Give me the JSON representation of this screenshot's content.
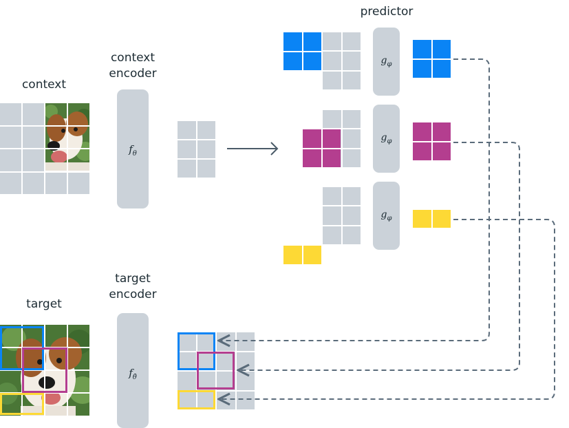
{
  "labels": {
    "context": "context",
    "context_encoder_line1": "context",
    "context_encoder_line2": "encoder",
    "predictor": "predictor",
    "target": "target",
    "target_encoder_line1": "target",
    "target_encoder_line2": "encoder"
  },
  "symbols": {
    "context_encoder": "f",
    "context_encoder_sub": "θ",
    "target_encoder": "f",
    "target_encoder_sub": "θ̄",
    "predictor": "g",
    "predictor_sub": "φ"
  },
  "colors": {
    "patch_gray": "#cbd2d9",
    "blue": "#0a84f5",
    "magenta": "#b43e8f",
    "yellow": "#fdd935",
    "arrow": "#5a6b7a",
    "text": "#1c2b33"
  },
  "icons": {
    "dog_photo": "dog-photo-icon",
    "arrow": "right-arrow-icon"
  }
}
